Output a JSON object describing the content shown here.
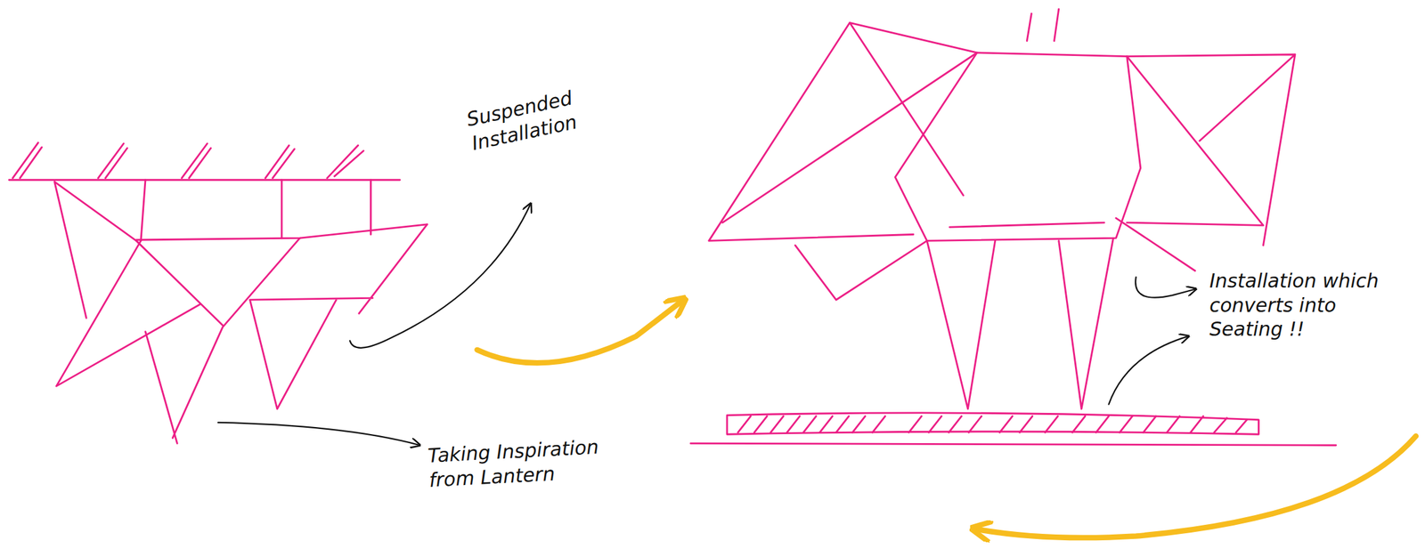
{
  "diagram": {
    "labels": [
      "Suspended Installation",
      "Taking Inspiration from Lantern",
      "Installation which converts into Seating !!"
    ]
  }
}
